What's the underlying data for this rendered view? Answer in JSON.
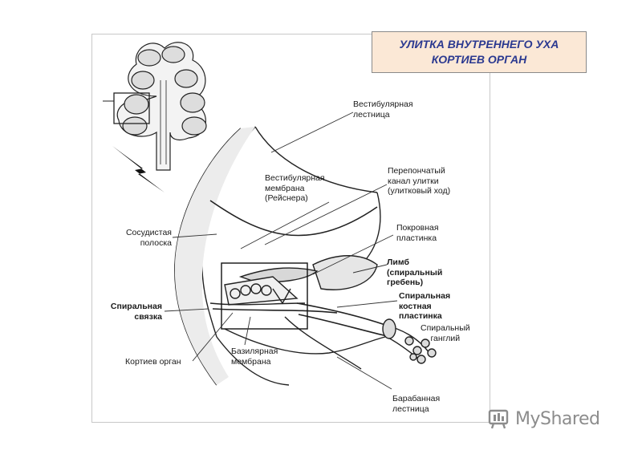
{
  "title": {
    "line1": "УЛИТКА ВНУТРЕННЕГО УХА",
    "line2": "КОРТИЕВ ОРГАН"
  },
  "labels": {
    "vestibular_scala": [
      "Вестибулярная",
      "лестница"
    ],
    "vestibular_membrane": [
      "Вестибулярная",
      "мембрана",
      "(Рейснера)"
    ],
    "membranous_canal": [
      "Перепончатый",
      "канал улитки",
      "(улитковый ход)"
    ],
    "vascular_strip": [
      "Сосудистая",
      "полоска"
    ],
    "tectorial_membrane": [
      "Покровная",
      "пластинка"
    ],
    "limbus": [
      "Лимб",
      "(спиральный",
      "гребень)"
    ],
    "spiral_bony_lamina": [
      "Спиральная",
      "костная",
      "пластинка"
    ],
    "spiral_ligament": [
      "Спиральная",
      "связка"
    ],
    "spiral_ganglion": [
      "Спиральный",
      "ганглий"
    ],
    "organ_of_corti": [
      "Кортиев орган"
    ],
    "basilar_membrane": [
      "Базилярная",
      "мембрана"
    ],
    "tympanic_scala": [
      "Барабанная",
      "лестница"
    ]
  },
  "watermark": {
    "text": "MyShared",
    "icon": "myshared-logo-icon"
  }
}
